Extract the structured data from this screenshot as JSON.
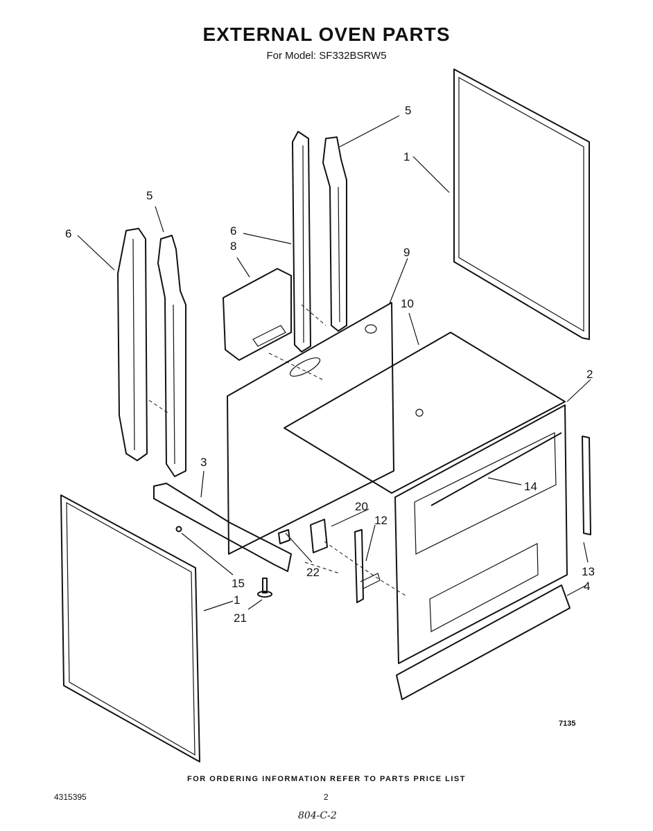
{
  "header": {
    "title": "EXTERNAL OVEN PARTS",
    "subtitle": "For Model: SF332BSRW5"
  },
  "callouts": [
    "1",
    "2",
    "3",
    "4",
    "5",
    "5",
    "6",
    "6",
    "8",
    "9",
    "10",
    "12",
    "13",
    "14",
    "15",
    "20",
    "21",
    "22",
    "1"
  ],
  "footer": {
    "ordering_note": "FOR ORDERING INFORMATION REFER TO PARTS PRICE LIST",
    "doc_number": "4315395",
    "page_number": "2",
    "figure_ref": "7135",
    "handwritten_note": "804-C-2"
  }
}
